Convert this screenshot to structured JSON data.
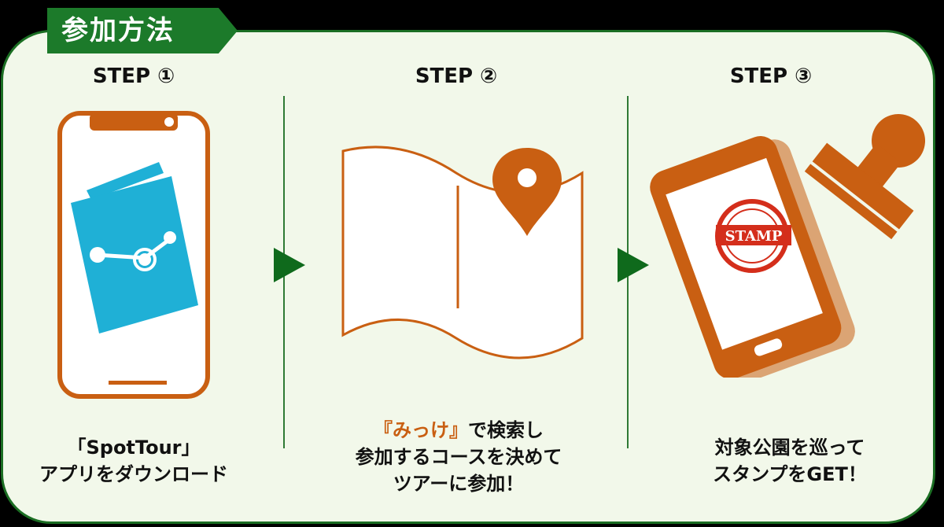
{
  "header": {
    "tab_label": "参加方法"
  },
  "steps": [
    {
      "label": "STEP ①",
      "caption_line1": "「SpotTour」",
      "caption_line2": "アプリをダウンロード"
    },
    {
      "label": "STEP ②",
      "caption_highlight": "『みっけ』",
      "caption_line1_rest": "で検索し",
      "caption_line2": "参加するコースを決めて",
      "caption_line3": "ツアーに参加！"
    },
    {
      "label": "STEP ③",
      "caption_line1": "対象公園を巡って",
      "caption_line2": "スタンプをGET！"
    }
  ],
  "stamp_text": "STAMP",
  "colors": {
    "primary_green": "#1c7a2a",
    "accent_orange": "#c95f12",
    "app_blue": "#1fb0d6",
    "panel_bg": "#f2f8ea"
  },
  "icons": [
    "phone-icon",
    "app-book-icon",
    "map-icon",
    "location-pin-icon",
    "stamp-phone-icon",
    "rubber-stamp-icon"
  ]
}
